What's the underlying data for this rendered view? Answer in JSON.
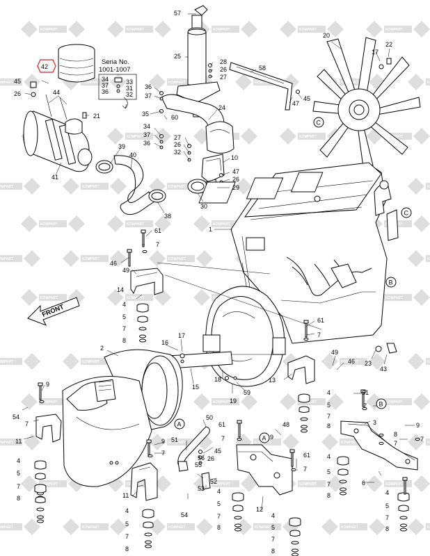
{
  "watermark": {
    "text": "KOMPART",
    "color": "#9a9a9a"
  },
  "highlight_color": "#d62020",
  "serial_box": {
    "title": "Seria No.",
    "range": "1001-1007",
    "left_nums": [
      "34",
      "37",
      "36"
    ],
    "right_nums": [
      "33",
      "31",
      "32"
    ]
  },
  "front_label": "FRONT",
  "callouts": {
    "c42": "42",
    "c45a": "45",
    "c26a": "26",
    "c44": "44",
    "c21": "21",
    "c41": "41",
    "c39": "39",
    "c40": "40",
    "c38": "38",
    "c57": "57",
    "c25": "25",
    "c28": "28",
    "c26b": "26",
    "c27a": "27",
    "c58": "58",
    "c45b": "45",
    "c47a": "47",
    "c36a": "36",
    "c37a": "37",
    "c35": "35",
    "c60": "60",
    "c24": "24",
    "c34b": "34",
    "c37b": "37",
    "c36b": "36",
    "c27b": "27",
    "c26c": "26",
    "c32": "32",
    "c10": "10",
    "c47b": "47",
    "c26d": "26",
    "c29": "29",
    "c30": "30",
    "c20": "20",
    "c17a": "17",
    "c22": "22",
    "c1": "1",
    "c61a": "61",
    "c7a": "7",
    "c46a": "46",
    "c49a": "49",
    "c14": "14",
    "c4a": "4",
    "c5a": "5",
    "c7b": "7",
    "c8a": "8",
    "c2": "2",
    "c16": "16",
    "c17b": "17",
    "c15": "15",
    "c18": "18",
    "c19": "19",
    "c59": "59",
    "c13": "13",
    "c61b": "61",
    "c7c": "7",
    "c49b": "49",
    "c46b": "46",
    "c23": "23",
    "c43": "43",
    "c9a": "9",
    "c54a": "54",
    "c7d": "7",
    "c11a": "11",
    "c4b": "4",
    "c5b": "5",
    "c7e": "7",
    "c8b": "8",
    "c50": "50",
    "c51": "51",
    "c45c": "45",
    "c56": "56",
    "c26e": "26",
    "c55": "55",
    "c52": "52",
    "c53": "53",
    "c9b": "9",
    "c7f": "7",
    "c11b": "11",
    "c54b": "54",
    "c4c": "4",
    "c5c": "5",
    "c7g": "7",
    "c8c": "8",
    "c61c": "61",
    "c7h": "7",
    "c48": "48",
    "c9c": "9",
    "c61d": "61",
    "c7i": "7",
    "c12": "12",
    "c4d": "4",
    "c5d": "5",
    "c7j": "7",
    "c8d": "8",
    "c4e": "4",
    "c5e": "5",
    "c7k": "7",
    "c8e": "8",
    "c4f": "4",
    "c5f": "5",
    "c7l": "7",
    "c8f": "8",
    "c61e": "61",
    "c7m": "7",
    "c4g": "4",
    "c5g": "5",
    "c7n": "7",
    "c8g": "8",
    "c3": "3",
    "c8h": "8",
    "c7o": "7",
    "c9d": "9",
    "c7p": "7",
    "c6": "6",
    "c4h": "4",
    "c5h": "5",
    "c7q": "7",
    "c8i": "8"
  },
  "refs": {
    "rA1": "A",
    "rA2": "A",
    "rB1": "B",
    "rB2": "B",
    "rC1": "C",
    "rC2": "C"
  }
}
